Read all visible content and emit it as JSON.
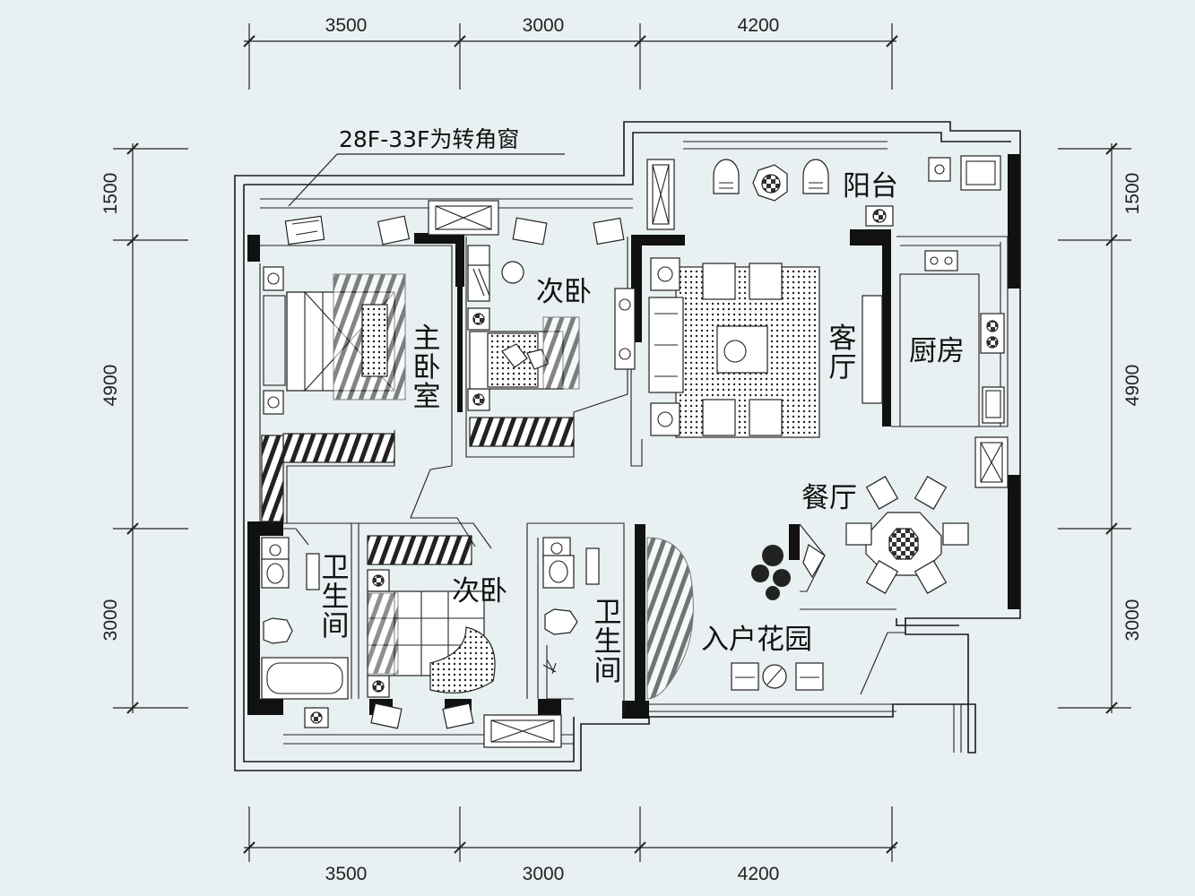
{
  "dimensions": {
    "top": [
      "3500",
      "3000",
      "4200"
    ],
    "bottom": [
      "3500",
      "3000",
      "4200"
    ],
    "left": [
      "1500",
      "4900",
      "3000"
    ],
    "right": [
      "1500",
      "4900",
      "3000"
    ]
  },
  "note": "28F-33F为转角窗",
  "rooms": {
    "balcony": "阳台",
    "second_bedroom_top": "次卧",
    "master_bedroom": "主卧室",
    "living_room": "客厅",
    "kitchen": "厨房",
    "dining_room": "餐厅",
    "bathroom_left": "卫生间",
    "second_bedroom_bottom": "次卧",
    "bathroom_right": "卫生间",
    "entry_garden": "入户花园"
  }
}
